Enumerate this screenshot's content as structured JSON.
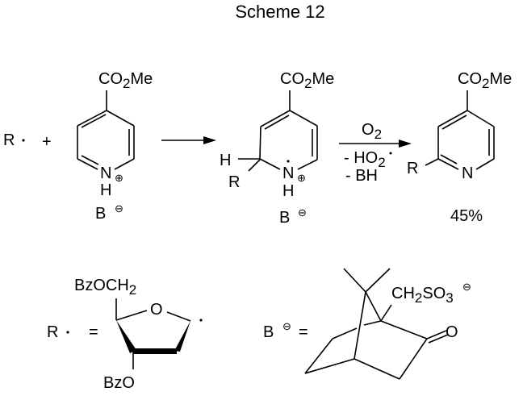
{
  "title": "Scheme 12",
  "ester": {
    "pre": "CO",
    "sub": "2",
    "post": "Me"
  },
  "radical_label": "R",
  "plus": "+",
  "nitrogen": "N",
  "hydrogen": "H",
  "positive_charge": "⊕",
  "negative_charge": "⊖",
  "base_label": "B",
  "r_group": "R",
  "conditions": {
    "reagent": {
      "pre": "O",
      "sub": "2"
    },
    "byproduct1": {
      "pre": "- HO",
      "sub": "2"
    },
    "byproduct2": "- BH"
  },
  "yield": "45%",
  "definitions": {
    "equals": "=",
    "sugar_top": {
      "pre": "BzOCH",
      "sub": "2"
    },
    "sugar_ring_oxygen": "O",
    "sugar_bottom": "BzO",
    "camphor_substituent": {
      "pre": "CH",
      "sub1": "2",
      "mid": "SO",
      "sub2": "3"
    },
    "carbonyl_oxygen": "O"
  }
}
